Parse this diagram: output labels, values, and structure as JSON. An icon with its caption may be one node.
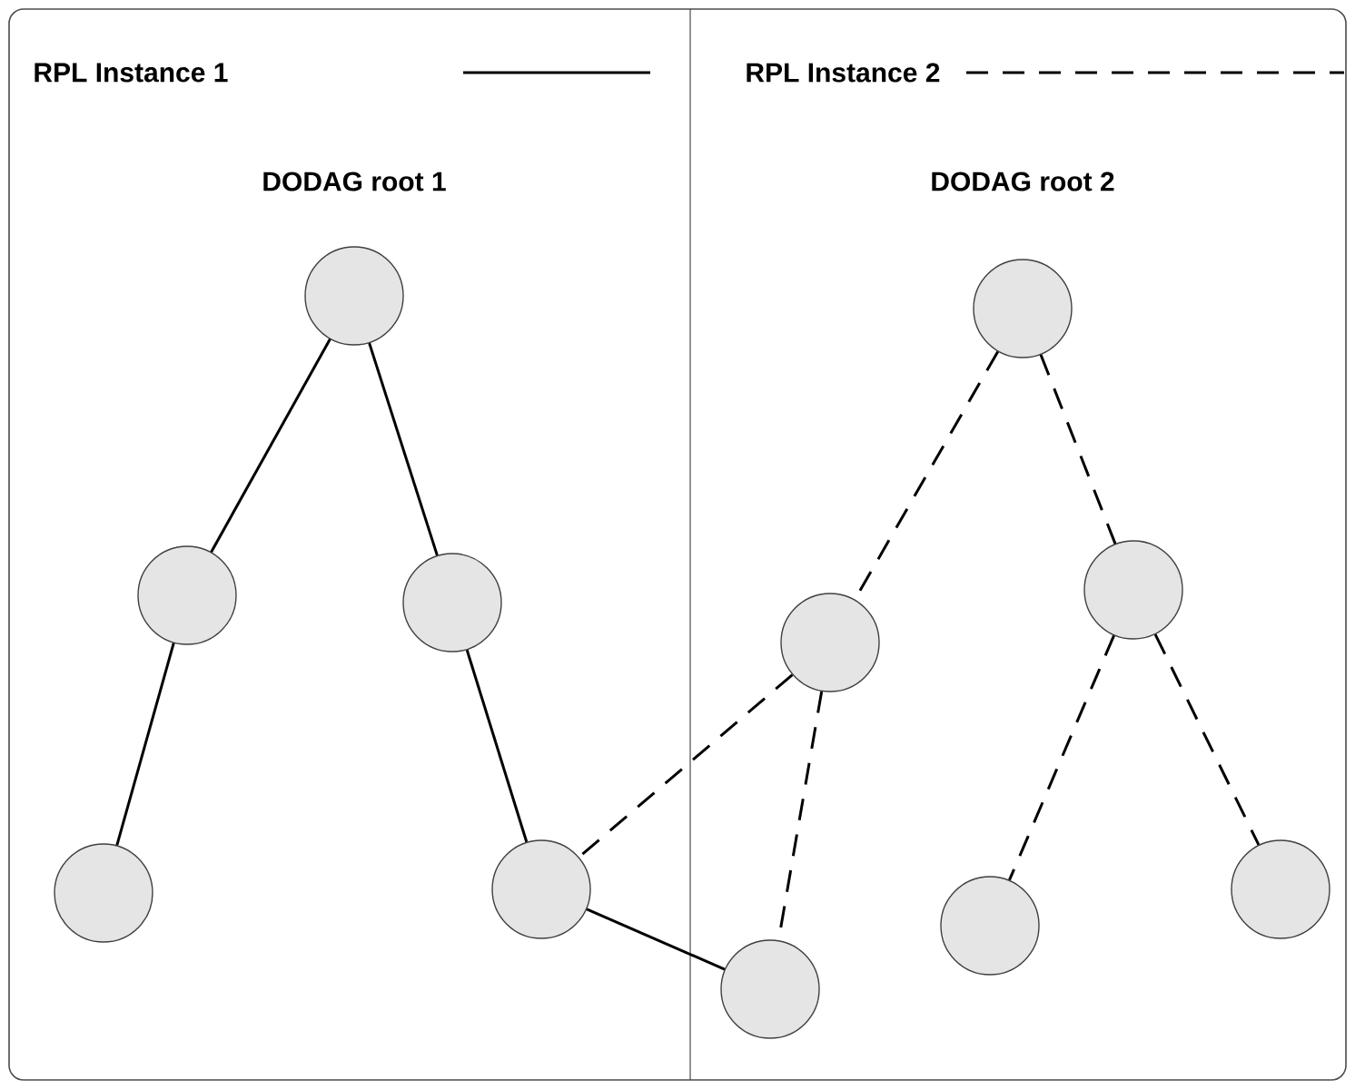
{
  "diagram": {
    "nodes": [
      {
        "text": [],
        "shape": "circle",
        "beside": [
          "DODAG root 1"
        ]
      },
      {
        "text": [],
        "shape": "circle"
      },
      {
        "text": [],
        "shape": "circle"
      },
      {
        "text": [],
        "shape": "circle"
      },
      {
        "text": [],
        "shape": "circle"
      },
      {
        "text": [],
        "shape": "circle",
        "beside": [
          "DODAG root 2"
        ]
      },
      {
        "text": [],
        "shape": "circle"
      },
      {
        "text": [],
        "shape": "circle"
      },
      {
        "text": [],
        "shape": "circle"
      },
      {
        "text": [],
        "shape": "circle"
      },
      {
        "text": [],
        "shape": "circle"
      }
    ],
    "edges": [
      {
        "from": 0,
        "to": 1,
        "arrow": "none"
      },
      {
        "from": 0,
        "to": 2,
        "arrow": "none"
      },
      {
        "from": 1,
        "to": 3,
        "arrow": "none"
      },
      {
        "from": 2,
        "to": 4,
        "arrow": "none"
      },
      {
        "from": 4,
        "to": 8,
        "arrow": "none"
      },
      {
        "from": 5,
        "to": 6,
        "arrow": "none",
        "style": "dashed"
      },
      {
        "from": 5,
        "to": 7,
        "arrow": "none",
        "style": "dashed"
      },
      {
        "from": 6,
        "to": 4,
        "arrow": "none",
        "style": "dashed"
      },
      {
        "from": 6,
        "to": 8,
        "arrow": "none",
        "style": "dashed"
      },
      {
        "from": 7,
        "to": 9,
        "arrow": "none",
        "style": "dashed"
      },
      {
        "from": 7,
        "to": 10,
        "arrow": "none",
        "style": "dashed"
      }
    ],
    "legend": [
      {
        "text": "RPL Instance 1"
      },
      {
        "text": "RPL Instance 2"
      }
    ]
  }
}
